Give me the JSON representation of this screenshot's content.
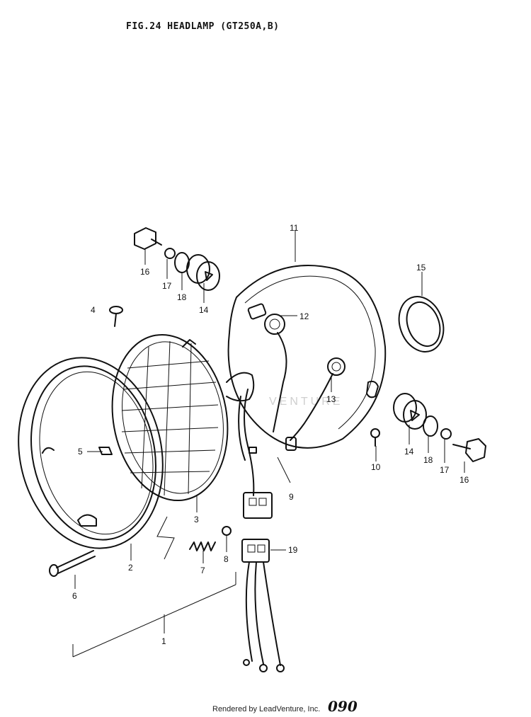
{
  "header": {
    "title": "FIG.24  HEADLAMP (GT250A,B)"
  },
  "footer": {
    "rendered_by": "Rendered by LeadVenture, Inc.",
    "page_number": "090"
  },
  "watermark": {
    "text": "VENTURE"
  },
  "callouts": [
    {
      "id": "c1",
      "label": "1"
    },
    {
      "id": "c2",
      "label": "2"
    },
    {
      "id": "c3",
      "label": "3"
    },
    {
      "id": "c4",
      "label": "4"
    },
    {
      "id": "c5",
      "label": "5"
    },
    {
      "id": "c6",
      "label": "6"
    },
    {
      "id": "c7",
      "label": "7"
    },
    {
      "id": "c8",
      "label": "8"
    },
    {
      "id": "c9",
      "label": "9"
    },
    {
      "id": "c10",
      "label": "10"
    },
    {
      "id": "c11",
      "label": "11"
    },
    {
      "id": "c12",
      "label": "12"
    },
    {
      "id": "c13",
      "label": "13"
    },
    {
      "id": "c14a",
      "label": "14"
    },
    {
      "id": "c14b",
      "label": "14"
    },
    {
      "id": "c15",
      "label": "15"
    },
    {
      "id": "c16a",
      "label": "16"
    },
    {
      "id": "c16b",
      "label": "16"
    },
    {
      "id": "c17a",
      "label": "17"
    },
    {
      "id": "c17b",
      "label": "17"
    },
    {
      "id": "c18a",
      "label": "18"
    },
    {
      "id": "c18b",
      "label": "18"
    },
    {
      "id": "c19",
      "label": "19"
    }
  ]
}
